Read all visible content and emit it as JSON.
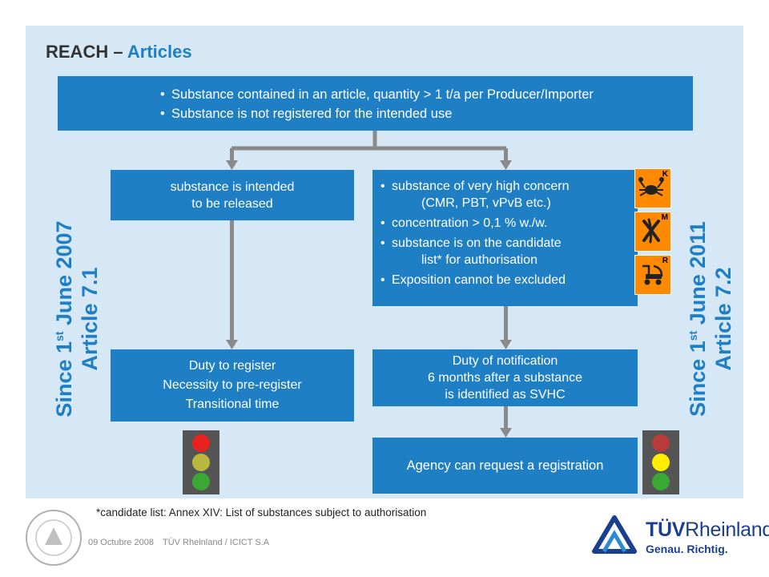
{
  "header": {
    "title_prefix": "REACH – ",
    "title_accent": "Articles"
  },
  "top_box": {
    "bullets": [
      "Substance contained in an article, quantity > 1 t/a per Producer/Importer",
      "Substance is not registered for the intended use"
    ]
  },
  "left_branch": {
    "condition_lines": [
      "substance is intended",
      "to be released"
    ],
    "duty_lines": [
      "Duty to register",
      "Necessity to pre-register",
      "Transitional time"
    ],
    "since_line1_a": "Since 1",
    "since_line1_sup": "st",
    "since_line1_b": " June 2007",
    "article": "Article 7.1"
  },
  "right_branch": {
    "conditions": [
      {
        "line1": "substance of very high concern",
        "line2": "(CMR, PBT, vPvB etc.)"
      },
      {
        "line1": "concentration > 0,1 % w./w.",
        "line2": ""
      },
      {
        "line1": "substance is on the candidate",
        "line2": "list* for authorisation"
      },
      {
        "line1": "Exposition cannot be excluded",
        "line2": ""
      }
    ],
    "duty_lines": [
      "Duty of notification",
      "6 months after a substance",
      "is identified as SVHC"
    ],
    "agency": "Agency can request a registration",
    "since_line1_a": "Since 1",
    "since_line1_sup": "st",
    "since_line1_b": " June 2011",
    "article": "Article 7.2"
  },
  "hazard_symbols": [
    {
      "letter": "K",
      "icon": "crab-hazard-icon"
    },
    {
      "letter": "M",
      "icon": "chromosome-hazard-icon"
    },
    {
      "letter": "R",
      "icon": "stroller-hazard-icon"
    }
  ],
  "traffic_lights": {
    "left": {
      "colors": [
        "#e8231f",
        "#b8b840",
        "#3aa835"
      ]
    },
    "right": {
      "colors": [
        "#b83a3a",
        "#ffee00",
        "#3aa835"
      ]
    }
  },
  "footnote": "*candidate list: Annex XIV: List of substances subject to authorisation",
  "footer": {
    "date": "09 Octubre 2008",
    "org": "TÜV Rheinland / ICICT S.A"
  },
  "brand": {
    "name_a": "TÜV",
    "name_b": "Rheinland",
    "reg": "®",
    "tagline": "Genau. Richtig."
  },
  "colors": {
    "accent": "#1f7fc4",
    "panel": "#d6e8f5",
    "connector": "#8a8a8a",
    "brand": "#1b3f8f"
  }
}
